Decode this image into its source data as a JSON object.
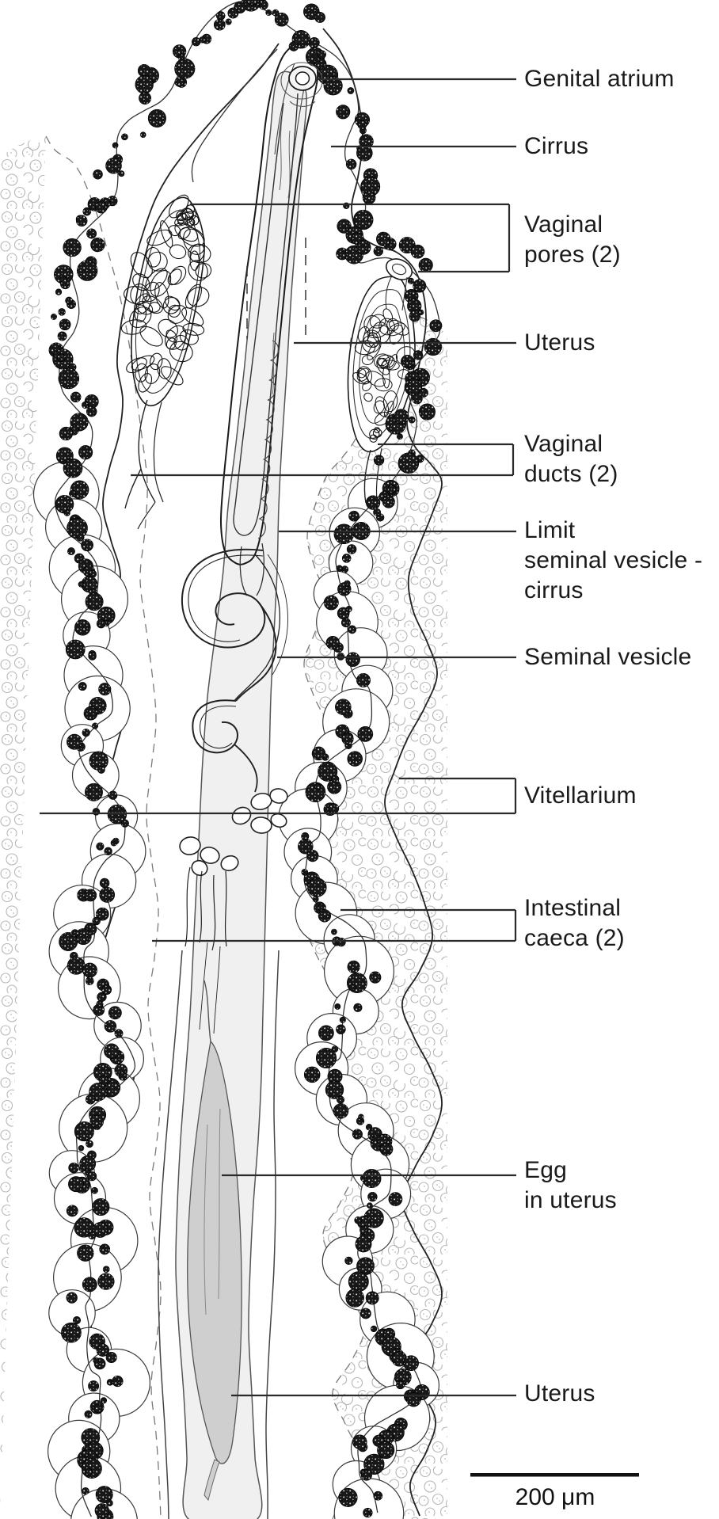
{
  "labels": {
    "genital_atrium": {
      "lines": [
        "Genital atrium"
      ]
    },
    "cirrus": {
      "lines": [
        "Cirrus"
      ]
    },
    "vaginal_pores": {
      "lines": [
        "Vaginal",
        "pores (2)"
      ]
    },
    "uterus_upper": {
      "lines": [
        "Uterus"
      ]
    },
    "vaginal_ducts": {
      "lines": [
        "Vaginal",
        "ducts (2)"
      ]
    },
    "limit_sv_cirrus": {
      "lines": [
        "Limit",
        "seminal vesicle -",
        "cirrus"
      ]
    },
    "seminal_vesicle": {
      "lines": [
        "Seminal vesicle"
      ]
    },
    "vitellarium": {
      "lines": [
        "Vitellarium"
      ]
    },
    "intestinal_caeca": {
      "lines": [
        "Intestinal",
        "caeca (2)"
      ]
    },
    "egg_in_uterus": {
      "lines": [
        "Egg",
        "in uterus"
      ]
    },
    "uterus_lower": {
      "lines": [
        "Uterus"
      ]
    }
  },
  "scale_bar": {
    "label": "200 μm"
  },
  "colors": {
    "ink": "#1a1a1a",
    "leader": "#2a2a2a",
    "tube_fill": "#f0f0f0",
    "channel_fill": "#e9e9e9",
    "egg_fill": "#cfcfcf",
    "stipple_stroke": "#b6b6b6",
    "follicle": "#171717"
  }
}
